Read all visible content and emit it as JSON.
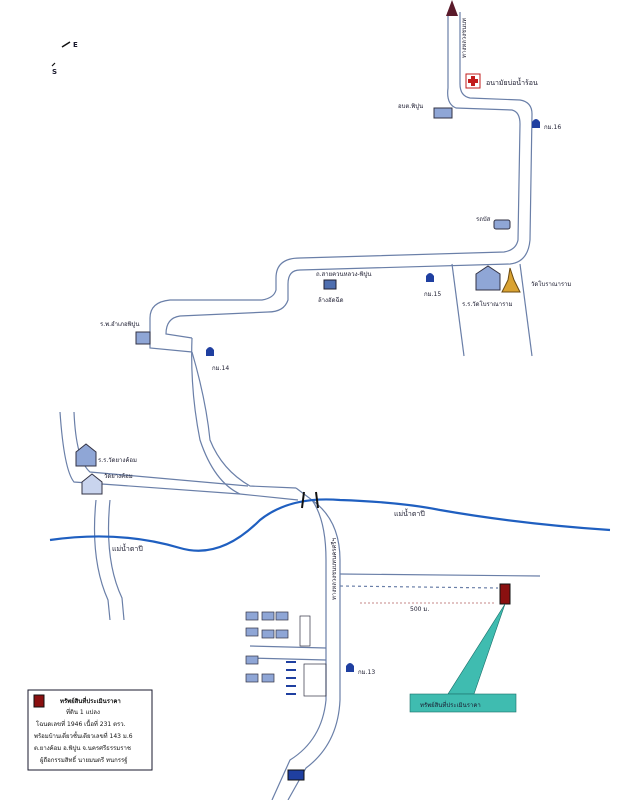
{
  "compass": {
    "east": "E",
    "south": "S"
  },
  "roads": {
    "north_road": "ทางหลวงชนบท",
    "middle_road": "ถ.สายควนหลวง-พิปูน",
    "south_road": "ทางหลวงชนบทนครศรีฯ"
  },
  "rivers": {
    "west": "แม่น้ำตาปี",
    "east": "แม่น้ำตาปี"
  },
  "places": {
    "health_station": "อนามัยบ่อน้ำร้อน",
    "sao": "อบต.พิปูน",
    "km16": "กม.16",
    "bus": "รถบัส",
    "wat_temple": "วัดโบราณาราม",
    "wat_school": "ร.ร.วัดโบราณาราม",
    "km15": "กม.15",
    "car_wash": "ล้างอัดฉีด",
    "hospital": "ร.พ.อำเภอพิปูน",
    "km14": "กม.14",
    "school_2": "ร.ร.วัดยางค้อม",
    "wat_2": "วัดยางค้อม",
    "km13": "กม.13"
  },
  "distance": "500 ม.",
  "target_box": "ทรัพย์สินที่ประเมินราคา",
  "legend": {
    "title": "ทรัพย์สินที่ประเมินราคา",
    "line1": "ที่ดิน 1 แปลง",
    "line2": "โฉนดเลขที่ 1946 เนื้อที่ 231 ตรว.",
    "line3": "พร้อมบ้านเดี่ยวชั้นเดียวเลขที่ 143 ม.6",
    "line4": "ต.ยางค้อม อ.พิปูน จ.นครศรีธรรมราช",
    "line5": "ผู้ถือกรรมสิทธิ์ นายมนตรี ทนกรรฐ์"
  },
  "colors": {
    "road": "#6a7fa8",
    "river": "#1f5fc0",
    "target": "#8a1010",
    "lagoon": "#3fbcb0"
  }
}
